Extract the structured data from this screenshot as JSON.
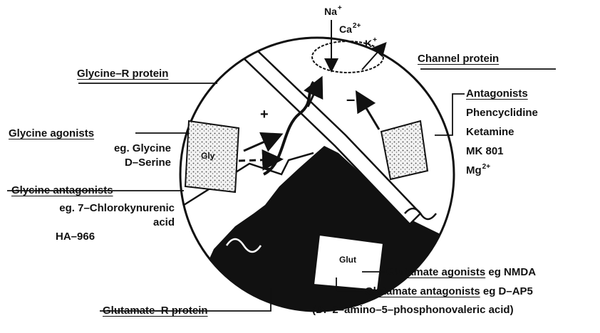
{
  "ions": {
    "na": "Na",
    "na_charge": "+",
    "ca": "Ca",
    "ca_charge": "2+",
    "k": "K",
    "k_charge": "+"
  },
  "labels": {
    "channel_protein": "Channel protein",
    "glycine_r_protein": "Glycine–R protein",
    "antagonists_title": "Antagonists",
    "antagonists_items": [
      "Phencyclidine",
      "Ketamine",
      "MK 801"
    ],
    "mg": "Mg",
    "mg_charge": "2+",
    "glycine_agonists_title": "Glycine agonists",
    "glycine_agonists_line1": "eg. Glycine",
    "glycine_agonists_line2": "D–Serine",
    "glycine_antagonists_title": "Glycine antagonists",
    "glycine_antagonists_line1": "eg. 7–Chlorokynurenic",
    "glycine_antagonists_line2": "acid",
    "glycine_antagonists_line3": "HA–966",
    "glutamate_agonists_title": "Glutamate agonists",
    "glutamate_agonists_rest": " eg NMDA",
    "glutamate_antagonists_title": "Glutamate antagonists",
    "glutamate_antagonists_rest": " eg D–AP5",
    "glutamate_antagonists_full": "(D.–2–amino–5–phosphonovaleric acid)",
    "glutamate_r_protein": "Glutamate–R protein"
  },
  "boxes": {
    "gly": "Gly",
    "glut": "Glut"
  },
  "signs": {
    "plus": "+",
    "minus_left": "–",
    "minus_right": "–"
  }
}
